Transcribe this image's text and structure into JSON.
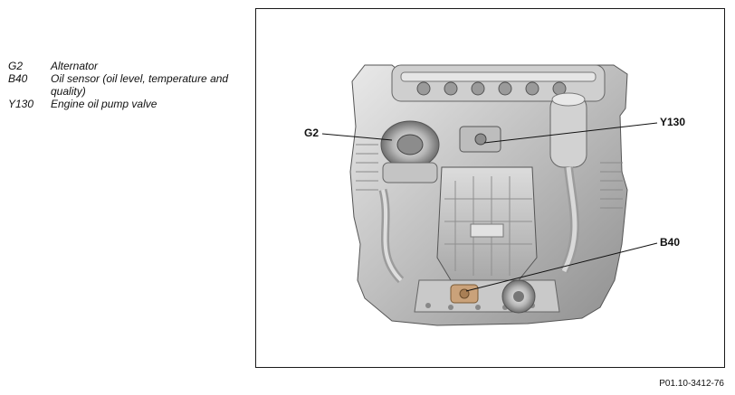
{
  "legend": [
    {
      "code": "G2",
      "desc": "Alternator"
    },
    {
      "code": "B40",
      "desc": "Oil sensor (oil level, temperature and quality)"
    },
    {
      "code": "Y130",
      "desc": "Engine oil pump valve"
    }
  ],
  "callouts": {
    "g2": "G2",
    "y130": "Y130",
    "b40": "B40"
  },
  "reference": "P01.10-3412-76"
}
